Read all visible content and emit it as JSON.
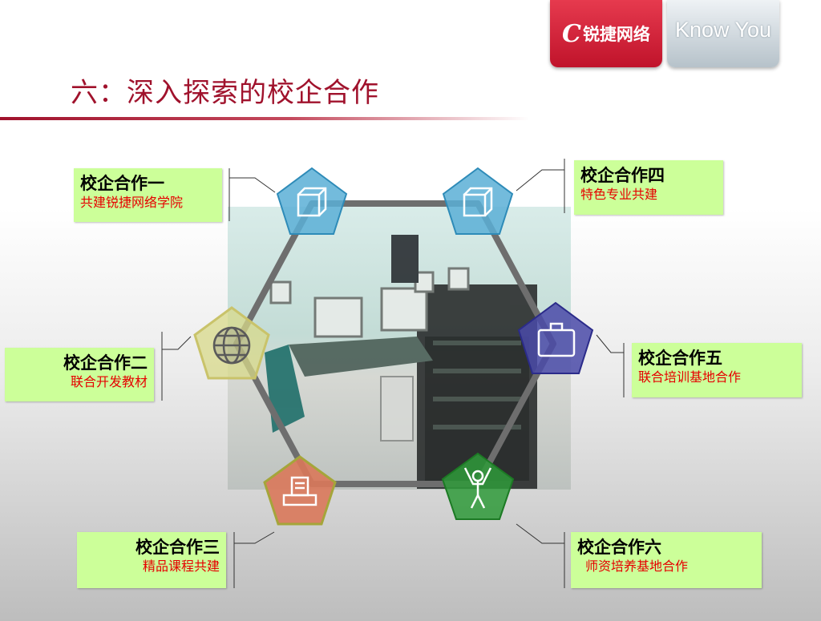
{
  "brand": {
    "logo_text": "锐捷网络",
    "slogan": "Know You",
    "colors": {
      "brand_red": "#c0132b",
      "title_red": "#a0122c",
      "card_bg": "#ccff99",
      "subtitle_red": "#e60000"
    }
  },
  "slide": {
    "title": "六：深入探索的校企合作"
  },
  "items": [
    {
      "title": "校企合作一",
      "subtitle": "共建锐捷网络学院",
      "icon": "cube-icon",
      "color": "#5aafd6"
    },
    {
      "title": "校企合作二",
      "subtitle": "联合开发教材",
      "icon": "globe-icon",
      "color": "#d8d98a"
    },
    {
      "title": "校企合作三",
      "subtitle": "精品课程共建",
      "icon": "printer-icon",
      "color": "#d9785a"
    },
    {
      "title": "校企合作四",
      "subtitle": "特色专业共建",
      "icon": "cube-icon",
      "color": "#5aafd6"
    },
    {
      "title": "校企合作五",
      "subtitle": "联合培训基地合作",
      "icon": "bag-icon",
      "color": "#4a4aa8"
    },
    {
      "title": "校企合作六",
      "subtitle": "师资培养基地合作",
      "icon": "person-icon",
      "color": "#2f9a3a"
    }
  ]
}
